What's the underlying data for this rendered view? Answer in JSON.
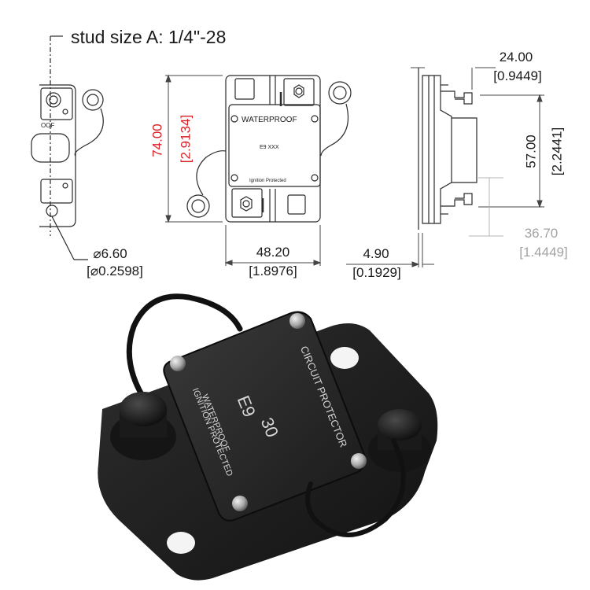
{
  "header": {
    "stud_note": "stud size A: 1/4\"-28"
  },
  "dimensions": {
    "hole_dia_mm": "⌀6.60",
    "hole_dia_in": "[⌀0.2598]",
    "width_mm": "48.20",
    "width_in": "[1.8976]",
    "height_mm": "74.00",
    "height_in": "[2.9134]",
    "depth_mm": "24.00",
    "depth_in": "[0.9449]",
    "flange_mm": "4.90",
    "flange_in": "[0.1929]",
    "side_height_mm": "57.00",
    "side_height_in": "[2.2441]",
    "stud_height_mm": "36.70",
    "stud_height_in": "[1.4449]"
  },
  "drawing_labels": {
    "waterproof": "WATERPROOF",
    "model": "E9  XXX",
    "ignition": "Ignition Protected",
    "partial_text": "OOF"
  },
  "photo_labels": {
    "model": "E9",
    "rating": "30",
    "circuit_protector": "CIRCUIT PROTECTOR",
    "waterproof": "WATERPROOF",
    "ignition_protected": "IGNITION PROTECTED"
  },
  "colors": {
    "red_dimension": "#d81f26",
    "grey_dimension": "#a3a3a3",
    "body_black": "#1e1e1e"
  }
}
